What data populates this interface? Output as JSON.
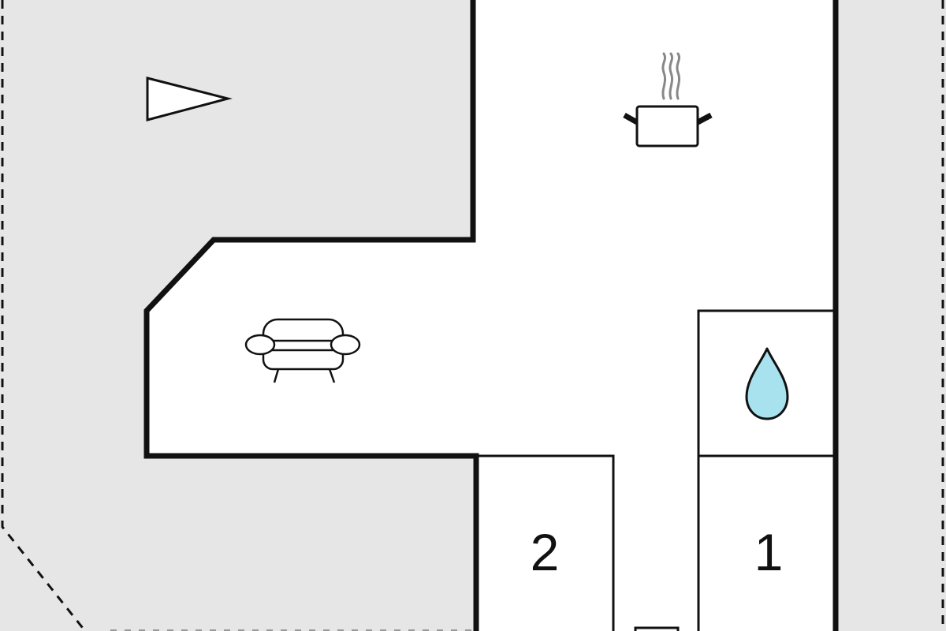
{
  "floorplan": {
    "rooms": [
      {
        "id": "bedroom-2",
        "label": "2"
      },
      {
        "id": "bedroom-1",
        "label": "1"
      }
    ],
    "icons": {
      "entrance": "triangle-pointer-icon",
      "kitchen": "cooking-pot-icon",
      "living": "sofa-icon",
      "bathroom": "water-drop-icon"
    },
    "colors": {
      "outdoor": "#e6e6e6",
      "interior": "#ffffff",
      "wall": "#111111",
      "water": "#a8e2ee",
      "steam": "#888888"
    }
  }
}
